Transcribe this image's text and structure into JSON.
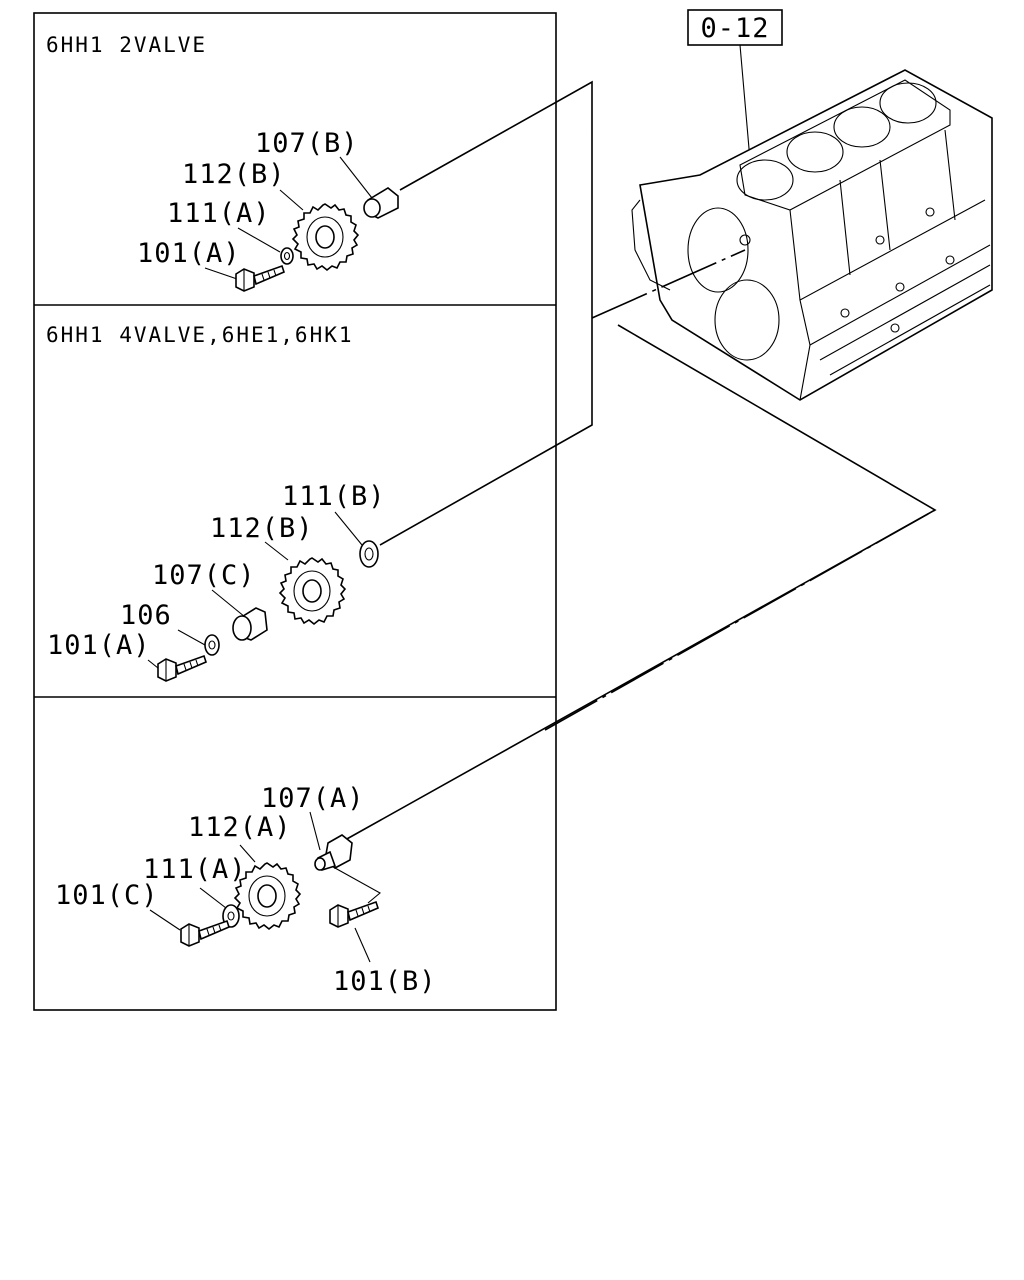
{
  "ref_box": {
    "label": "0-12"
  },
  "panels": [
    {
      "header": "6HH1  2VALVE",
      "callouts": {
        "a": "107(B)",
        "b": "112(B)",
        "c": "111(A)",
        "d": "101(A)"
      }
    },
    {
      "header": "6HH1  4VALVE,6HE1,6HK1",
      "callouts": {
        "a": "111(B)",
        "b": "112(B)",
        "c": "107(C)",
        "d": "106",
        "e": "101(A)"
      }
    },
    {
      "header": "",
      "callouts": {
        "a": "107(A)",
        "b": "112(A)",
        "c": "111(A)",
        "d": "101(C)",
        "e": "101(B)"
      }
    }
  ]
}
